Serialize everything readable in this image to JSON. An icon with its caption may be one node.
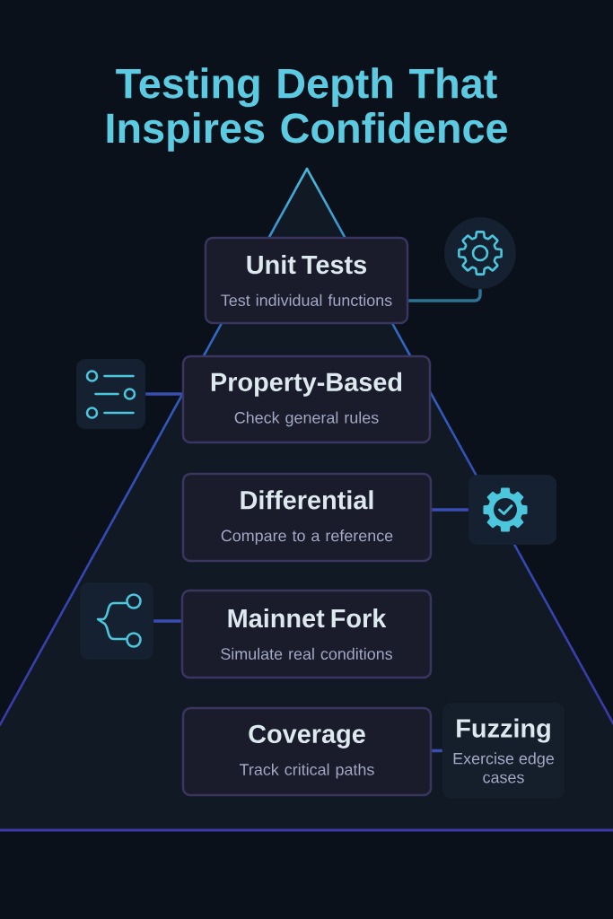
{
  "diagram": {
    "title": "Testing Depth That Inspires Confidence",
    "nodes": [
      {
        "text": [
          "Unit Tests",
          "Test individual functions"
        ]
      },
      {
        "text": [],
        "shape": "circle"
      },
      {
        "text": [],
        "shape": "box"
      },
      {
        "text": [
          "Property-Based",
          "Check general rules"
        ]
      },
      {
        "text": [
          "Differential",
          "Compare to a reference"
        ]
      },
      {
        "text": [],
        "shape": "box"
      },
      {
        "text": [],
        "shape": "box"
      },
      {
        "text": [
          "Mainnet Fork",
          "Simulate real conditions"
        ]
      },
      {
        "text": [
          "Coverage",
          "Track critical paths"
        ]
      },
      {
        "text": [
          "Fuzzing",
          "Exercise edge cases"
        ]
      }
    ],
    "edges": [
      {
        "from": 0,
        "to": 1,
        "arrow": "none",
        "color": "#2c7494"
      },
      {
        "from": 3,
        "to": 2,
        "arrow": "none"
      },
      {
        "from": 4,
        "to": 5,
        "arrow": "none"
      },
      {
        "from": 7,
        "to": 6,
        "arrow": "none"
      },
      {
        "from": 8,
        "to": 9,
        "arrow": "none"
      }
    ]
  }
}
